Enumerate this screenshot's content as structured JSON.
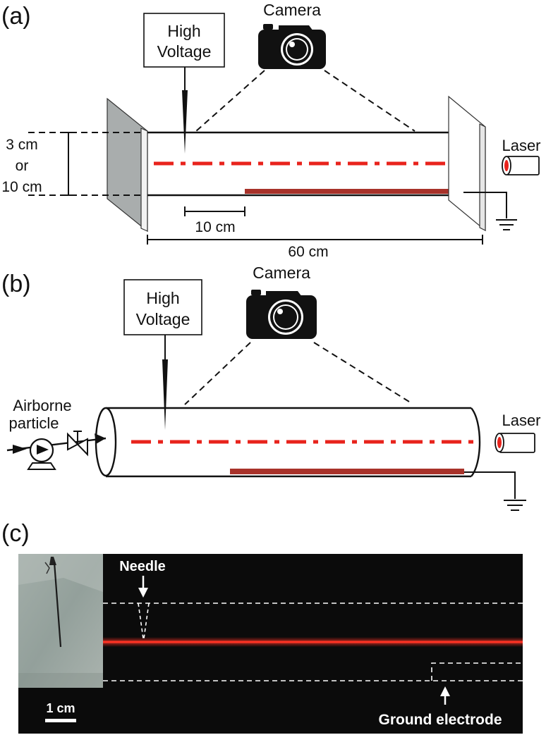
{
  "panel_a": {
    "label": "(a)",
    "high_voltage_line1": "High",
    "high_voltage_line2": "Voltage",
    "camera_label": "Camera",
    "diameter_line1": "3 cm",
    "diameter_line2": "or",
    "diameter_line3": "10 cm",
    "laser_label": "Laser",
    "scale_label": "10 cm",
    "length_label": "60 cm"
  },
  "panel_b": {
    "label": "(b)",
    "high_voltage_line1": "High",
    "high_voltage_line2": "Voltage",
    "camera_label": "Camera",
    "airborne_line1": "Airborne",
    "airborne_line2": "particle",
    "laser_label": "Laser"
  },
  "panel_c": {
    "label": "(c)",
    "needle_label": "Needle",
    "scale_label": "1 cm",
    "electrode_label": "Ground electrode"
  },
  "colors": {
    "laser_beam": "#e8231c",
    "electrode": "#a8322a",
    "glass_plate": "#a9adad",
    "photo_background": "#0b0b0b",
    "needle_photo": "#9aa6a2"
  }
}
